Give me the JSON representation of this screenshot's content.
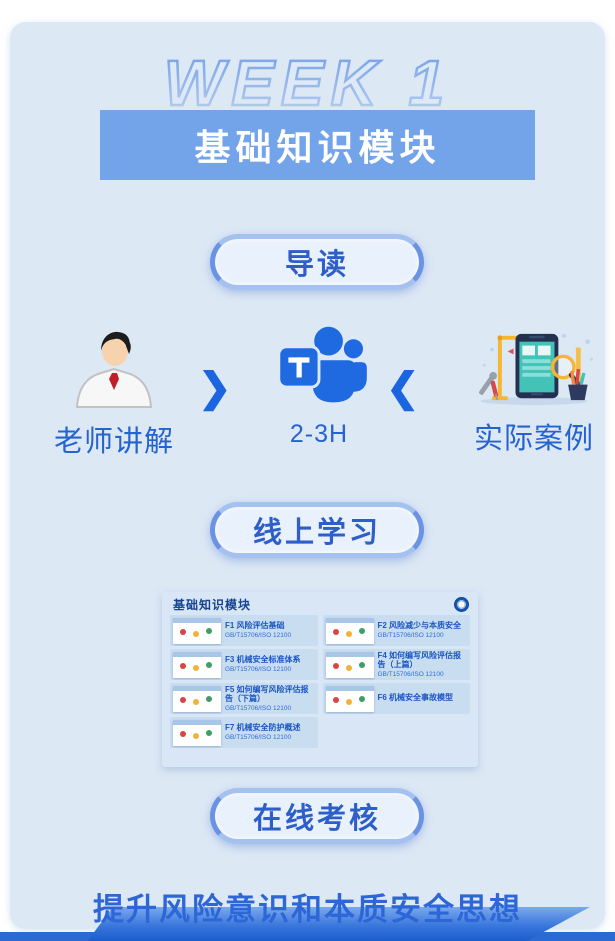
{
  "header": {
    "week_label": "WEEK 1",
    "module_title": "基础知识模块"
  },
  "pills": {
    "intro": "导读",
    "online_learning": "线上学习",
    "online_assessment": "在线考核"
  },
  "flow": {
    "teacher_label": "老师讲解",
    "duration_label": "2-3H",
    "case_label": "实际案例",
    "arrow_right": "❯",
    "arrow_left": "❮"
  },
  "course_panel": {
    "title": "基础知识模块",
    "items": [
      {
        "title": "F1 风险评估基础",
        "subtitle": "GB/T15706/ISO 12100"
      },
      {
        "title": "F2 风险减少与本质安全",
        "subtitle": "GB/T15706/ISO 12100"
      },
      {
        "title": "F3 机械安全标准体系",
        "subtitle": "GB/T15706/ISO 12100"
      },
      {
        "title": "F4 如何编写风险评估报告（上篇）",
        "subtitle": "GB/T15706/ISO 12100"
      },
      {
        "title": "F5 如何编写风险评估报告（下篇）",
        "subtitle": "GB/T15706/ISO 12100"
      },
      {
        "title": "F6 机械安全事故模型",
        "subtitle": ""
      },
      {
        "title": "F7 机械安全防护概述",
        "subtitle": "GB/T15706/ISO 12100"
      }
    ]
  },
  "footer": {
    "slogan": "提升风险意识和本质安全思想"
  },
  "colors": {
    "banner_blue": "#73a4ea",
    "accent_blue": "#2563d0",
    "card_background": "#dde8f5",
    "footer_strip": "#2a6ad2"
  }
}
